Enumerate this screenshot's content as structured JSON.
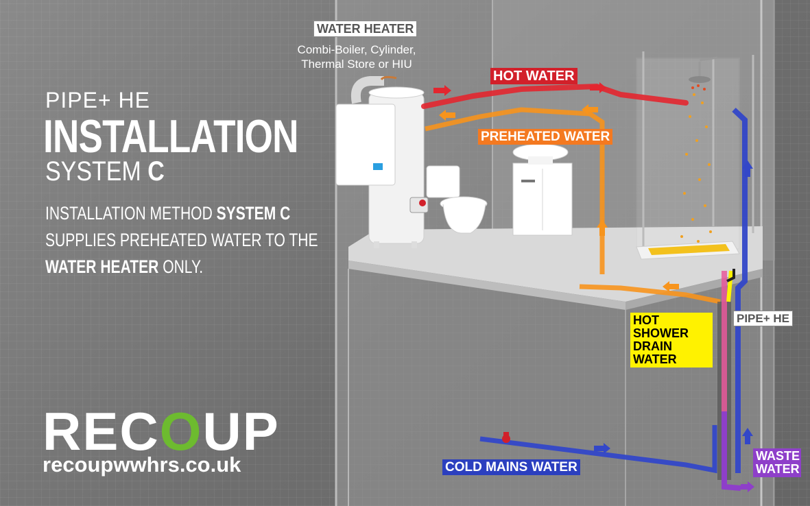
{
  "header": {
    "product": "PIPE+ HE",
    "title": "INSTALLATION",
    "system_prefix": "SYSTEM",
    "system_letter": "C"
  },
  "description": {
    "part1": "INSTALLATION METHOD ",
    "bold1": "SYSTEM C",
    "part2": " SUPPLIES PREHEATED WATER TO THE ",
    "bold2": "WATER HEATER",
    "part3": " ONLY."
  },
  "labels": {
    "water_heater": "WATER HEATER",
    "water_heater_line1": "Combi-Boiler, Cylinder,",
    "water_heater_line2": "Thermal Store or HIU",
    "hot_water": "HOT WATER",
    "preheated_water": "PREHEATED WATER",
    "hot_shower_drain": "HOT SHOWER DRAIN WATER",
    "pipe_he": "PIPE+ HE",
    "cold_mains": "COLD MAINS WATER",
    "waste_water": "WASTE WATER"
  },
  "brand": {
    "logo_part1": "REC",
    "logo_o": "O",
    "logo_part2": "UP",
    "website": "recoupwwhrs.co.uk"
  },
  "colors": {
    "hot": "#e3262f",
    "preheated": "#f7941d",
    "cold": "#3347c8",
    "drain": "#fff200",
    "waste": "#8e3fc9",
    "logo_accent": "#6dbb2f"
  },
  "icons": [
    "water-heater-icon",
    "toilet-icon",
    "sink-icon",
    "shower-icon",
    "flow-arrow-icon"
  ]
}
